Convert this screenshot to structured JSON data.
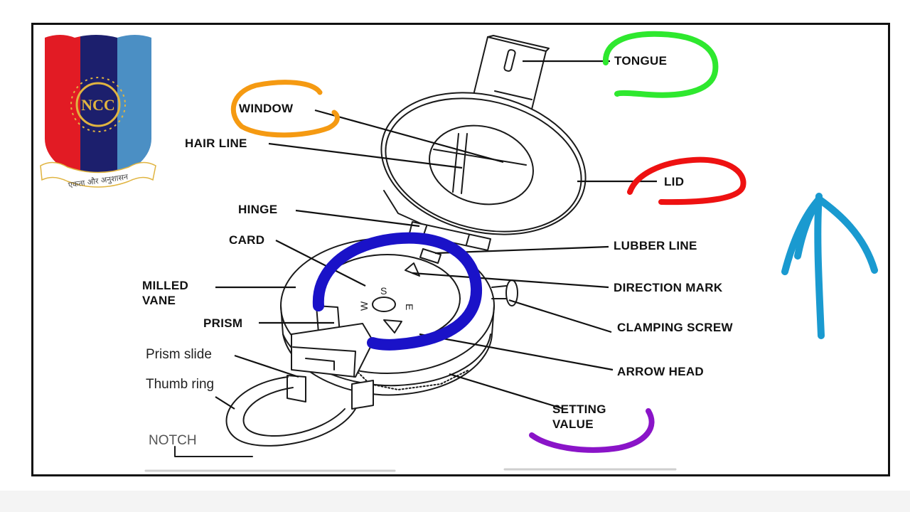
{
  "logo": {
    "emblem_text": "NCC",
    "motto": "एकता और अनुशासन",
    "colors": {
      "red": "#e21b24",
      "navy": "#1c1f6d",
      "blue": "#4b8fc4",
      "gold": "#e0b440"
    }
  },
  "labels": {
    "tongue": "TONGUE",
    "window": "WINDOW",
    "hair_line": "HAIR LINE",
    "lid": "LID",
    "hinge": "HINGE",
    "card": "CARD",
    "lubber_line": "LUBBER LINE",
    "milled_vane_1": "MILLED",
    "milled_vane_2": "VANE",
    "direction_mark": "DIRECTION MARK",
    "prism": "PRISM",
    "clamping_screw": "CLAMPING SCREW",
    "prism_slide": "Prism slide",
    "arrow_head": "ARROW HEAD",
    "thumb_ring": "Thumb ring",
    "setting_value_1": "SETTING",
    "setting_value_2": "VALUE",
    "notch": "NOTCH"
  },
  "card_letters": {
    "south": "S",
    "east": "E",
    "west": "W"
  },
  "annotation_colors": {
    "tongue_marker": "#2ee82e",
    "window_marker": "#f59a12",
    "lid_marker": "#ee1111",
    "card_marker": "#1a12c8",
    "setting_marker": "#8a14c8",
    "arrow_marker": "#1a9ad0"
  }
}
